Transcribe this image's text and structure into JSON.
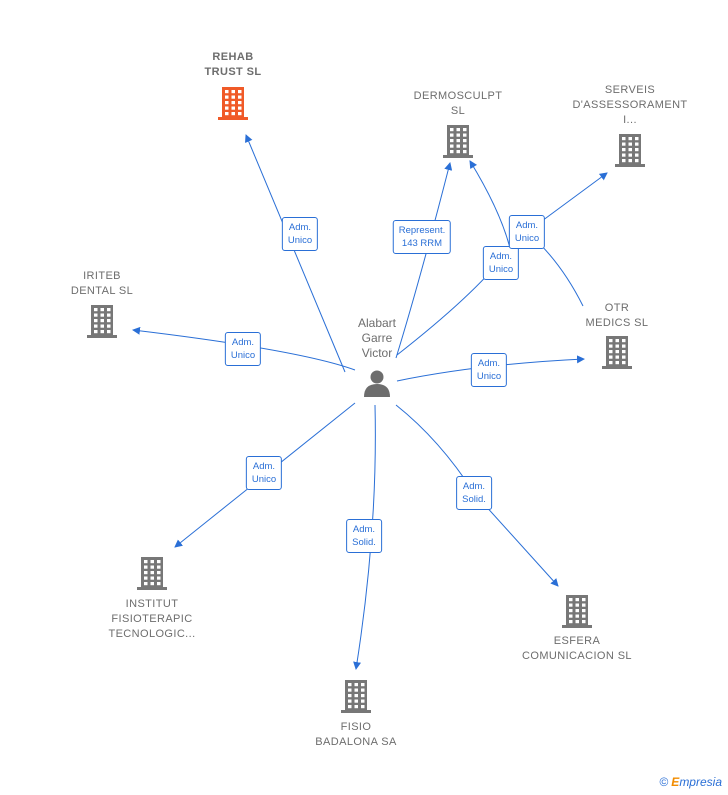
{
  "center": {
    "name": "Alabart\nGarre\nVictor",
    "icon": "person-icon"
  },
  "colors": {
    "edge": "#2a6fd6",
    "node": "#777777",
    "highlight": "#f05a28"
  },
  "companies": [
    {
      "id": "rehab",
      "name": "REHAB\nTRUST SL",
      "highlight": true,
      "icon": "building-icon"
    },
    {
      "id": "dermosculpt",
      "name": "DERMOSCULPT\nSL",
      "highlight": false,
      "icon": "building-icon"
    },
    {
      "id": "serveis",
      "name": "SERVEIS\nD'ASSESSORAMENT\nI...",
      "highlight": false,
      "icon": "building-icon"
    },
    {
      "id": "iriteb",
      "name": "IRITEB\nDENTAL SL",
      "highlight": false,
      "icon": "building-icon"
    },
    {
      "id": "otr",
      "name": "OTR\nMEDICS SL",
      "highlight": false,
      "icon": "building-icon"
    },
    {
      "id": "institut",
      "name": "INSTITUT\nFISIOTERAPIC\nTECNOLOGIC...",
      "highlight": false,
      "icon": "building-icon"
    },
    {
      "id": "esfera",
      "name": "ESFERA\nCOMUNICACION SL",
      "highlight": false,
      "icon": "building-icon"
    },
    {
      "id": "fisio",
      "name": "FISIO\nBADALONA SA",
      "highlight": false,
      "icon": "building-icon"
    }
  ],
  "relations": [
    {
      "to": "rehab",
      "label": "Adm.\nUnico"
    },
    {
      "to": "dermosculpt",
      "label": "Represent.\n143 RRM"
    },
    {
      "to": "dermosculpt",
      "label": "Adm.\nUnico"
    },
    {
      "to": "serveis",
      "label": "Adm.\nUnico"
    },
    {
      "to": "iriteb",
      "label": "Adm.\nUnico"
    },
    {
      "to": "otr",
      "label": "Adm.\nUnico"
    },
    {
      "to": "institut",
      "label": "Adm.\nUnico"
    },
    {
      "to": "fisio",
      "label": "Adm.\nSolid."
    },
    {
      "to": "esfera",
      "label": "Adm.\nSolid."
    }
  ],
  "footer": {
    "copyright": "©",
    "brand_initial": "E",
    "brand_rest": "mpresia"
  }
}
